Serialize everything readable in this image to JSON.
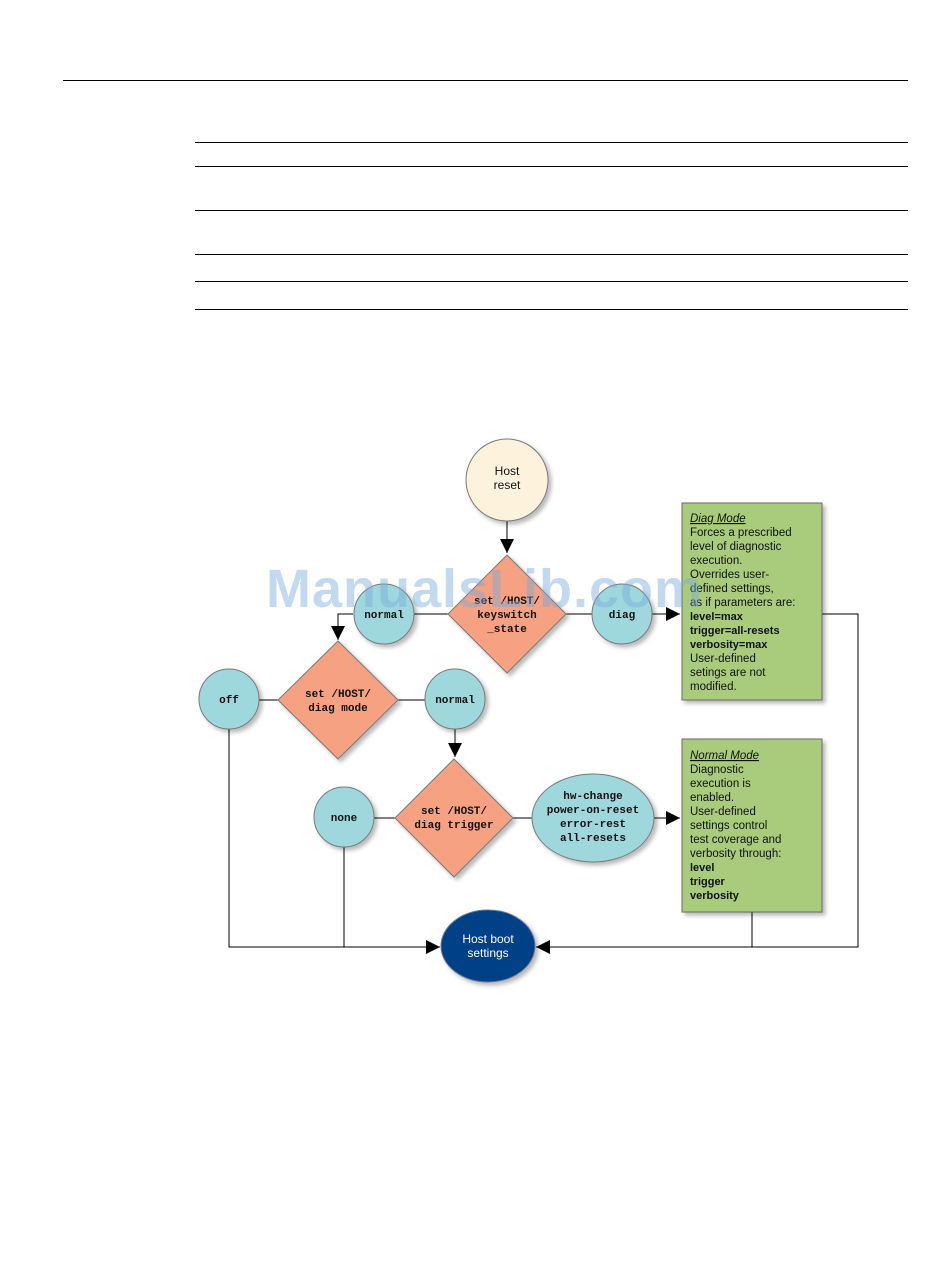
{
  "watermark": "ManualsLib.com",
  "colors": {
    "start_node": "#fdf3dc",
    "option_circle": "#9fd8dc",
    "decision": "#f5a182",
    "note_box": "#a9cc7c",
    "end_node": "#003f87"
  },
  "diagram": {
    "start": [
      "Host",
      "reset"
    ],
    "keyswitch_decision": [
      "set /HOST/",
      "keyswitch",
      "_state"
    ],
    "keyswitch_normal": "normal",
    "keyswitch_diag": "diag",
    "diag_mode_decision": [
      "set /HOST/",
      "diag mode"
    ],
    "diag_mode_off": "off",
    "diag_mode_normal": "normal",
    "diag_trigger_decision": [
      "set /HOST/",
      "diag trigger"
    ],
    "trigger_none": "none",
    "trigger_options": [
      "hw-change",
      "power-on-reset",
      "error-rest",
      "all-resets"
    ],
    "end": [
      "Host boot",
      "settings"
    ],
    "diag_note": {
      "title": "Diag Mode",
      "lines": [
        {
          "text": "Forces a prescribed",
          "mono": false
        },
        {
          "text": "level of diagnostic",
          "mono": false
        },
        {
          "text": "execution.",
          "mono": false
        },
        {
          "text": "Overrides user-",
          "mono": false
        },
        {
          "text": "defined settings,",
          "mono": false
        },
        {
          "text": "as if parameters are:",
          "mono": false
        },
        {
          "text": "level=max",
          "mono": true
        },
        {
          "text": "trigger=all-resets",
          "mono": true
        },
        {
          "text": "verbosity=max",
          "mono": true
        },
        {
          "text": "User-defined",
          "mono": false
        },
        {
          "text": "setings are not",
          "mono": false
        },
        {
          "text": "modified.",
          "mono": false
        }
      ]
    },
    "normal_note": {
      "title": "Normal Mode",
      "lines": [
        {
          "text": "Diagnostic",
          "mono": false
        },
        {
          "text": "execution is",
          "mono": false
        },
        {
          "text": "enabled.",
          "mono": false
        },
        {
          "text": "User-defined",
          "mono": false
        },
        {
          "text": "settings control",
          "mono": false
        },
        {
          "text": "test coverage and",
          "mono": false
        },
        {
          "text": "verbosity through:",
          "mono": false
        },
        {
          "text": "level",
          "mono": true
        },
        {
          "text": "trigger",
          "mono": true
        },
        {
          "text": "verbosity",
          "mono": true
        }
      ]
    }
  }
}
